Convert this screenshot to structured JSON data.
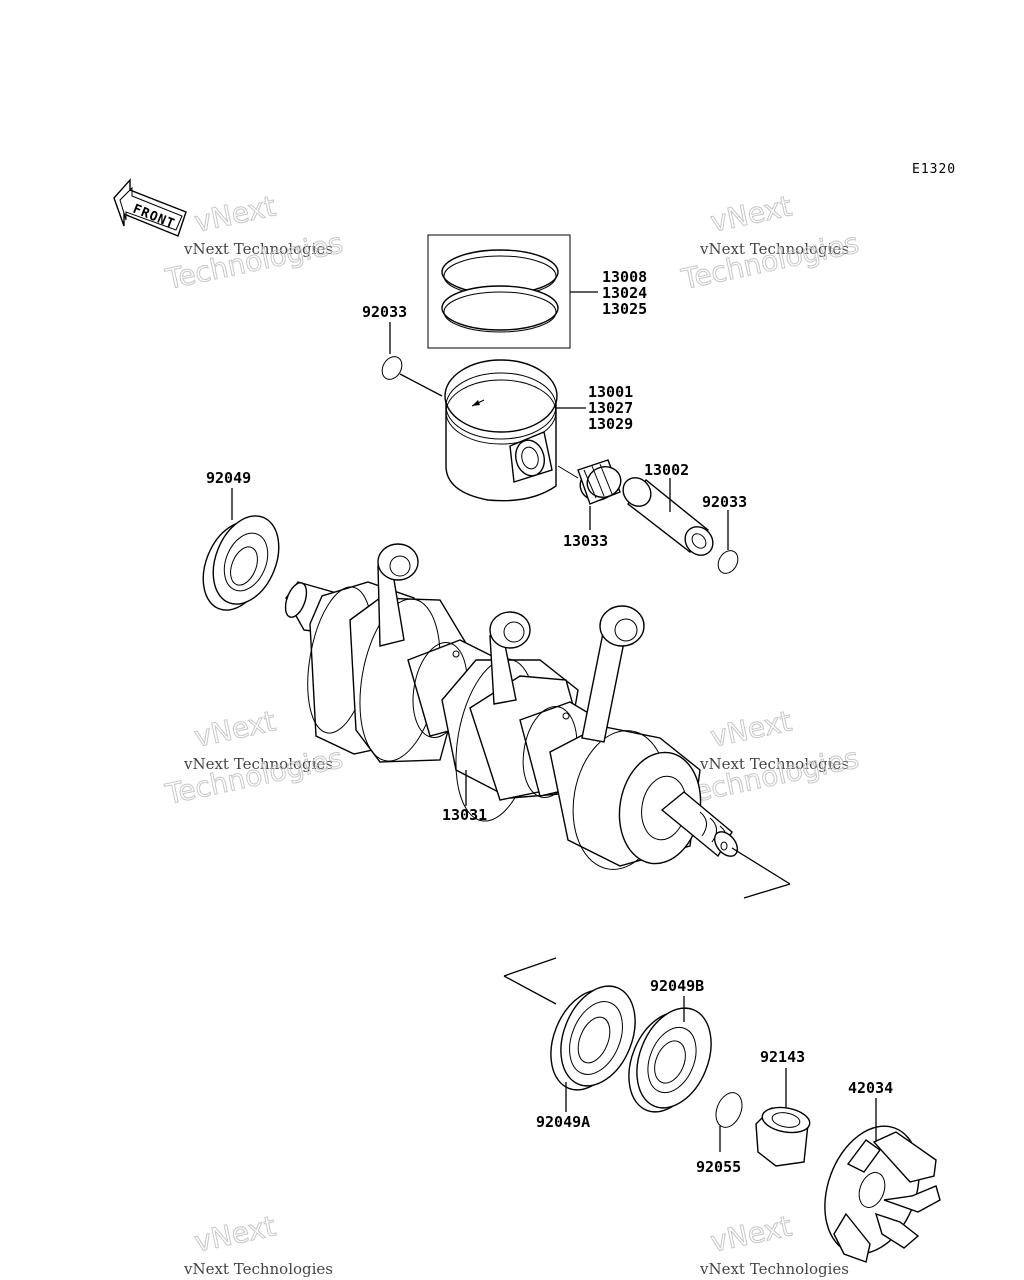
{
  "diagram_code": "E1320",
  "front_label": "FRONT",
  "watermark": {
    "line1": "vNext Technologies",
    "line2": "Technologies",
    "line3": "vNext"
  },
  "parts": [
    {
      "id": "13008",
      "label": "13008"
    },
    {
      "id": "13024",
      "label": "13024"
    },
    {
      "id": "13025",
      "label": "13025"
    },
    {
      "id": "92033a",
      "label": "92033"
    },
    {
      "id": "13001",
      "label": "13001"
    },
    {
      "id": "13027",
      "label": "13027"
    },
    {
      "id": "13029",
      "label": "13029"
    },
    {
      "id": "13002",
      "label": "13002"
    },
    {
      "id": "92033b",
      "label": "92033"
    },
    {
      "id": "92049",
      "label": "92049"
    },
    {
      "id": "13033",
      "label": "13033"
    },
    {
      "id": "13031",
      "label": "13031"
    },
    {
      "id": "92049B",
      "label": "92049B"
    },
    {
      "id": "92143",
      "label": "92143"
    },
    {
      "id": "42034",
      "label": "42034"
    },
    {
      "id": "92049A",
      "label": "92049A"
    },
    {
      "id": "92055",
      "label": "92055"
    }
  ]
}
